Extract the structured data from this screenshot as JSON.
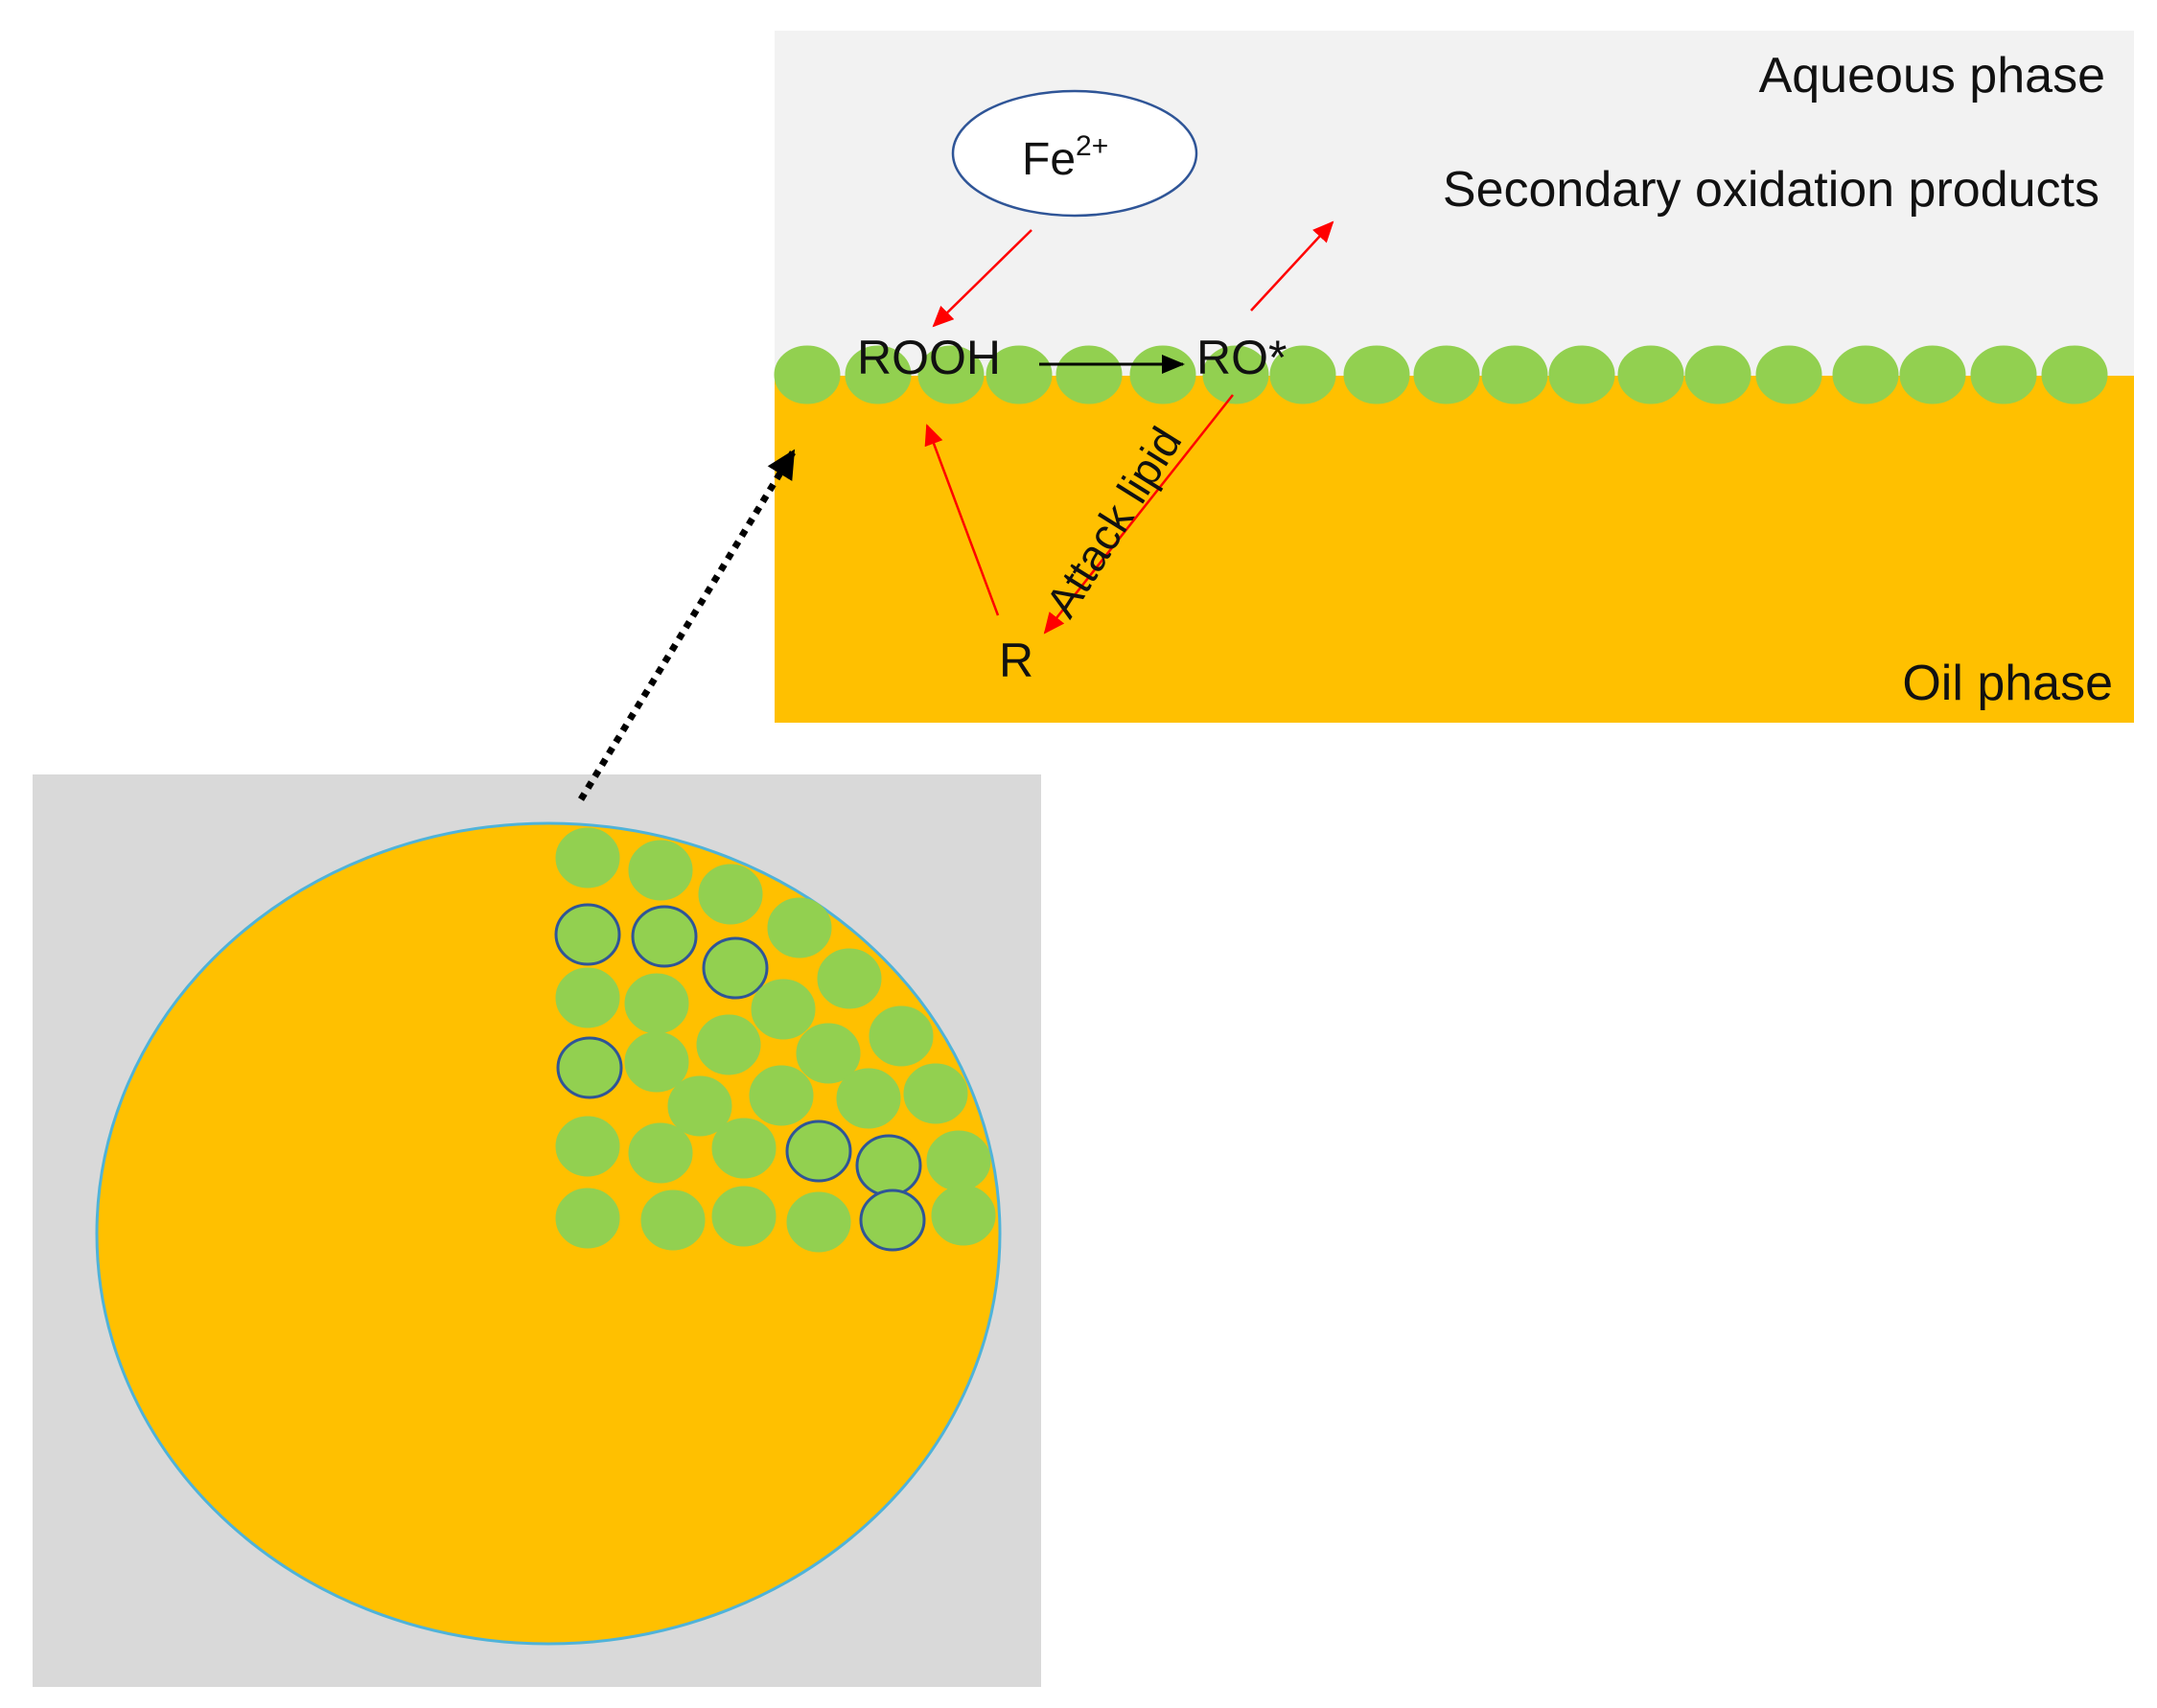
{
  "labels": {
    "aqueous_phase": "Aqueous phase",
    "oil_phase": "Oil phase",
    "secondary_products": "Secondary oxidation products",
    "fe_base": "Fe",
    "fe_charge": "2+",
    "rooh": "ROOH",
    "ro_radical": "RO*",
    "r_radical": "R",
    "attack_lipid": "Attack lipid"
  },
  "colors": {
    "aqueous": "#f2f2f2",
    "oil": "#ffc000",
    "particle": "#92d050",
    "particle_outline": "#2f5597",
    "droplet_outline": "#4fb3d9",
    "droplet_background": "#d9d9d9",
    "reaction_arrow": "#ff0000",
    "process_arrow": "#000000",
    "fe_ellipse": "#2f5597"
  },
  "icons": {
    "particle": "green-circle",
    "zoom_arrow": "dotted-arrow"
  }
}
